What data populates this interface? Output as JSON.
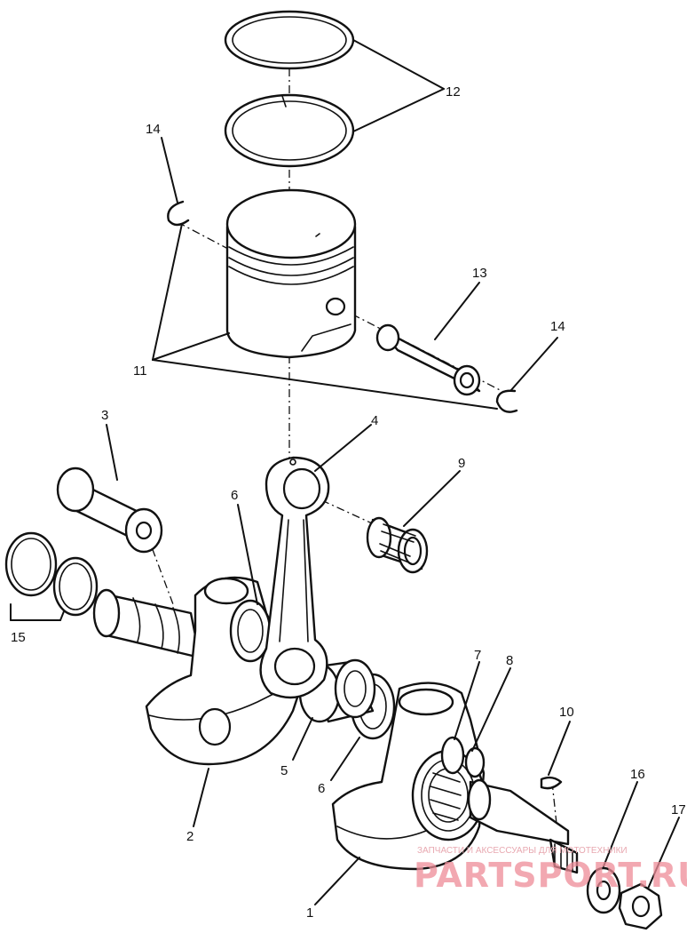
{
  "callouts": {
    "c1": "1",
    "c2": "2",
    "c3": "3",
    "c4": "4",
    "c5": "5",
    "c6a": "6",
    "c6b": "6",
    "c7": "7",
    "c8": "8",
    "c9": "9",
    "c10": "10",
    "c11": "11",
    "c12": "12",
    "c13": "13",
    "c14a": "14",
    "c14b": "14",
    "c15": "15",
    "c16": "16",
    "c17": "17"
  },
  "watermark": {
    "tagline": "ЗАПЧАСТИ И АКСЕССУАРЫ ДЛЯ МОТОТЕХНИКИ",
    "brand": "PARTSPORT.RU"
  },
  "colors": {
    "line": "#111111",
    "paper": "#ffffff",
    "watermark": "#ee8c98"
  }
}
